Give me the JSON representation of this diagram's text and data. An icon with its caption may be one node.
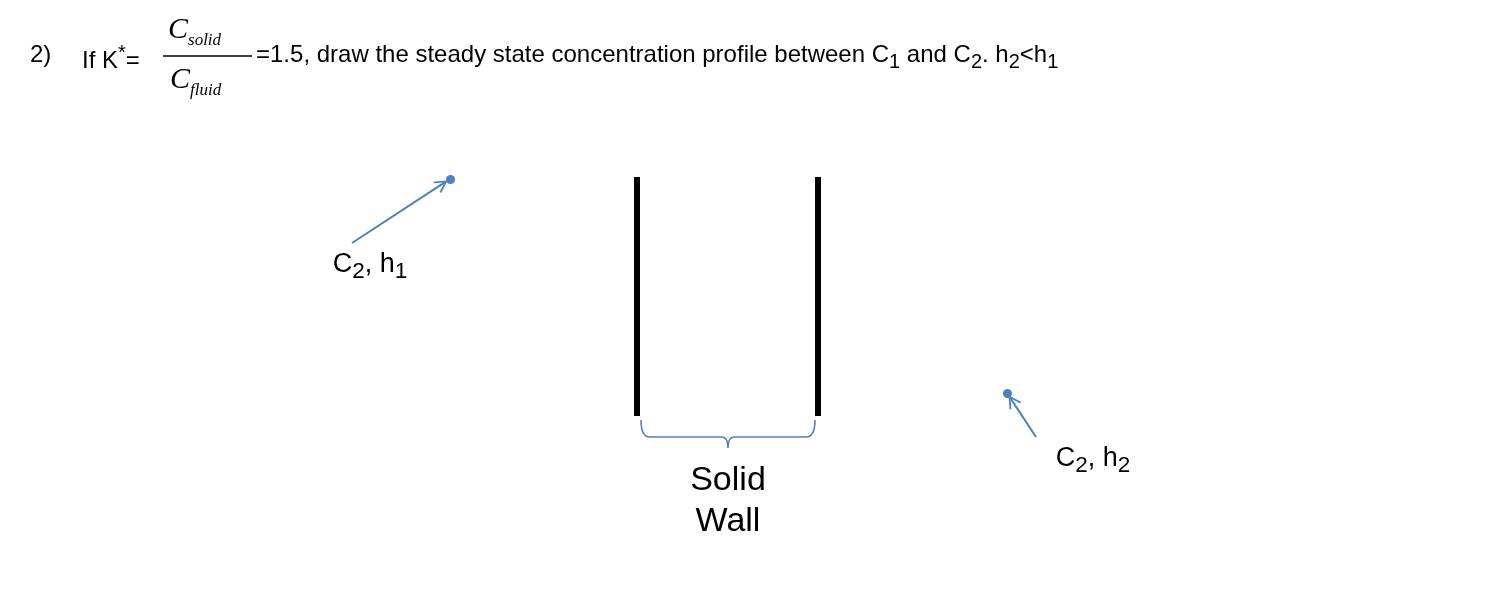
{
  "diagram": {
    "nodes": [
      {
        "text": [
          "C$_{2}$, h$_{1}$"
        ]
      },
      {
        "text": [],
        "shape": "circle"
      },
      {
        "text": [
          "C$_{2}$, h$_{2}$"
        ]
      },
      {
        "text": [],
        "shape": "circle"
      }
    ],
    "edges": [
      {
        "from": 0,
        "to": 1,
        "arrow": "to"
      },
      {
        "from": 2,
        "to": 3,
        "arrow": "to"
      }
    ],
    "labels": [
      "2)",
      "If K$^{*}$=",
      "C$_{solid}$",
      "C$_{fluid}$",
      "=1.5, draw the steady state concentration profile between C$_{1}$ and C$_{2}$. h$_{2}$<h$_{1}$",
      "Solid Wall"
    ]
  }
}
